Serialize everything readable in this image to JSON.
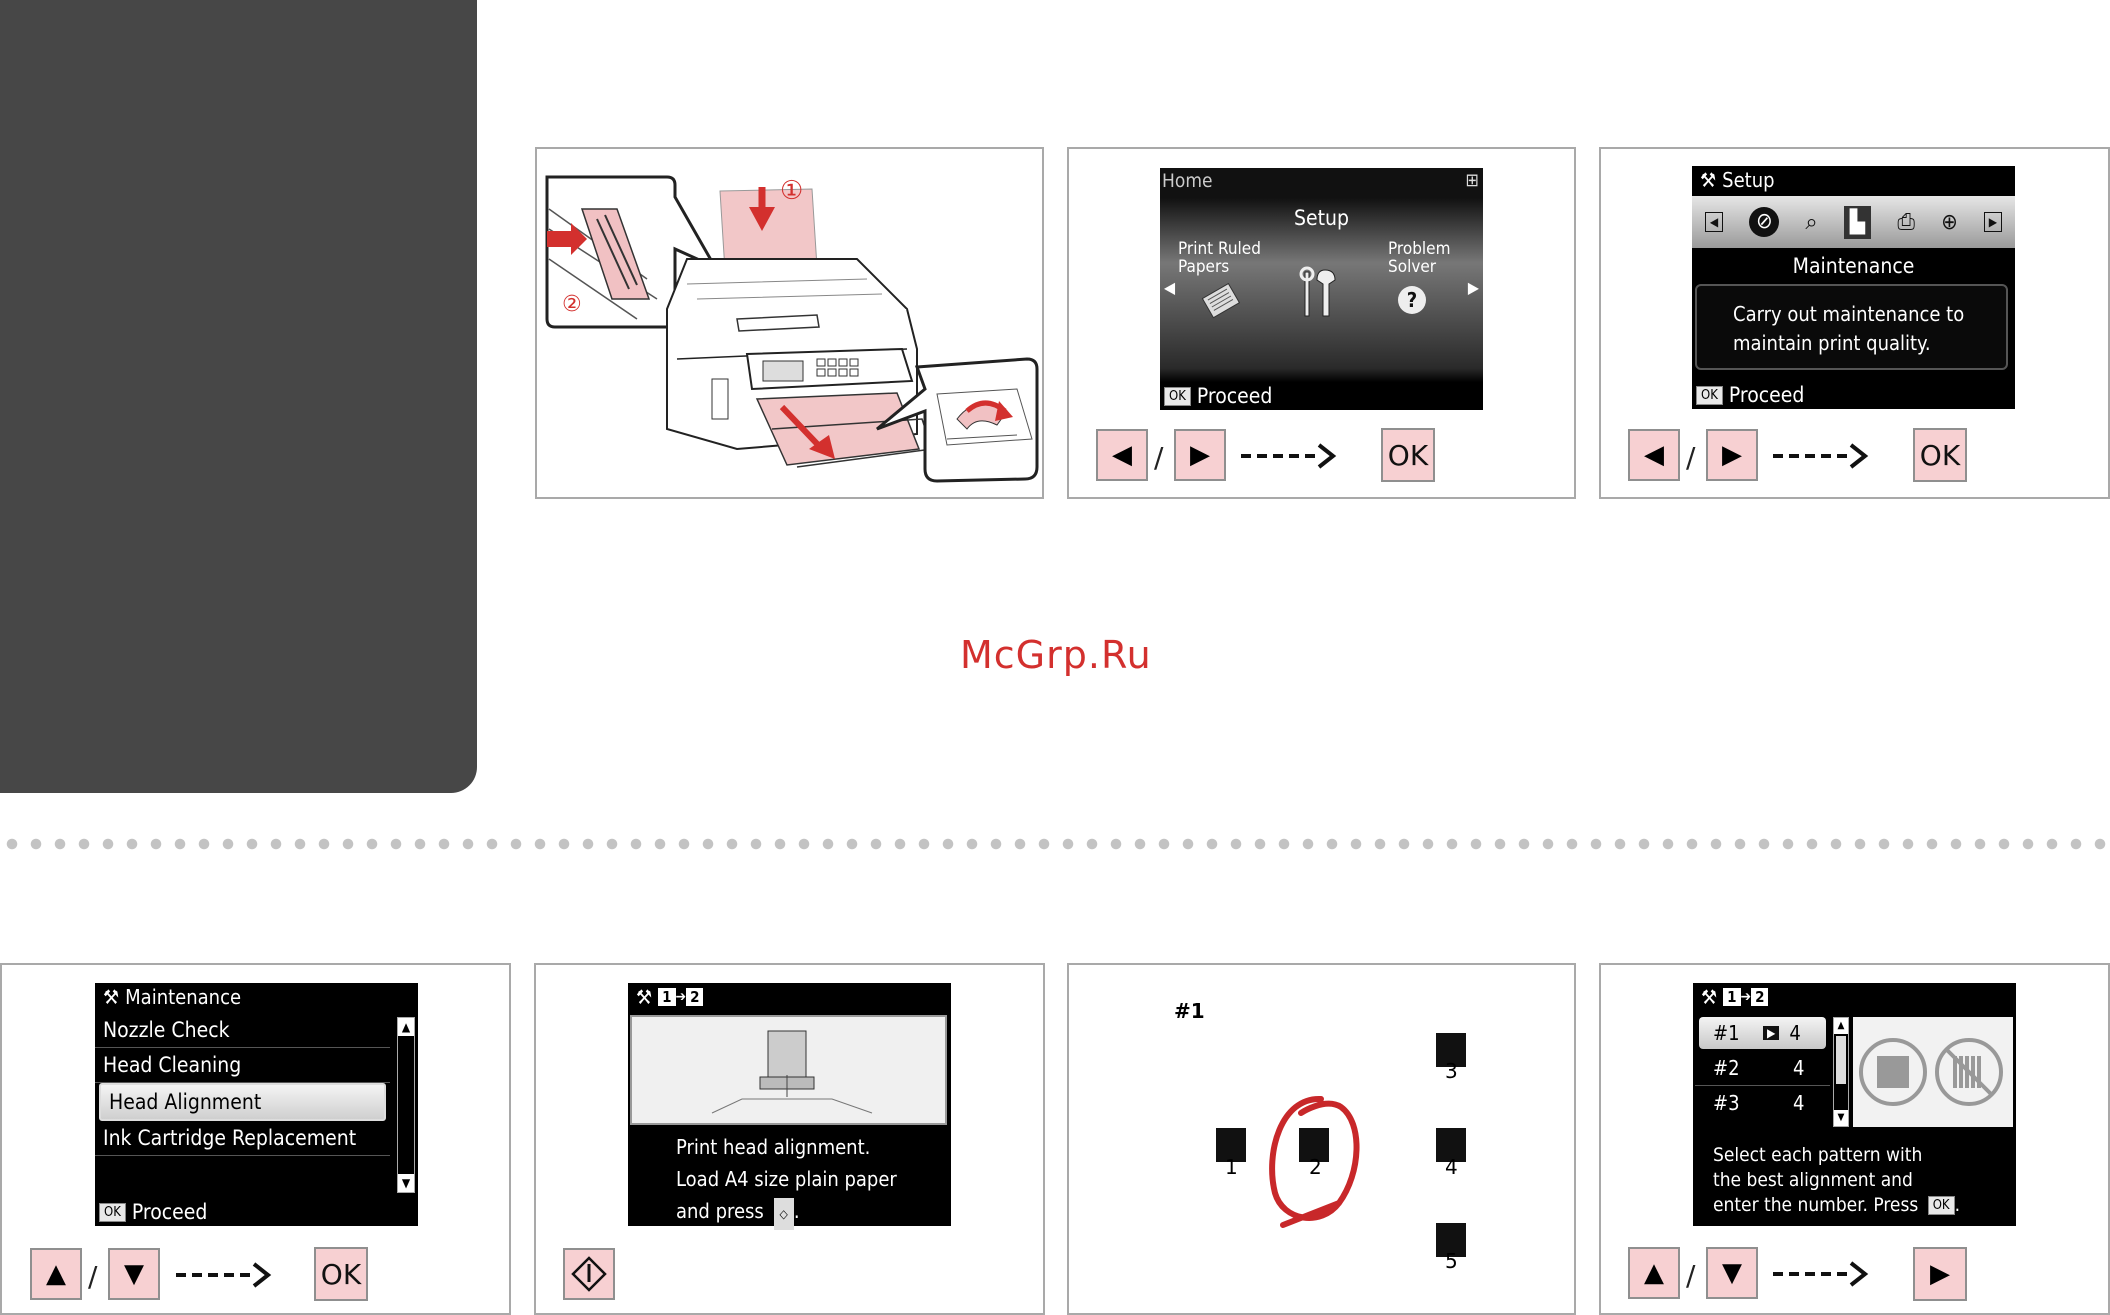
{
  "watermark": "McGrp.Ru",
  "panel1": {
    "callout_1": "①",
    "callout_2": "②"
  },
  "lcd_home": {
    "header": "Home",
    "title": "Setup",
    "left_label": "Print Ruled\nPapers",
    "right_label": "Problem\nSolver",
    "ok_chip": "OK",
    "footer": "Proceed"
  },
  "lcd_setup": {
    "header": "Setup",
    "item": "Maintenance",
    "desc": "Carry out maintenance to\nmaintain print quality.",
    "ok_chip": "OK",
    "footer": "Proceed"
  },
  "lcd_maint": {
    "header": "Maintenance",
    "items": [
      "Nozzle Check",
      "Head Cleaning",
      "Head Alignment",
      "Ink Cartridge Replacement"
    ],
    "ok_chip": "OK",
    "footer": "Proceed"
  },
  "lcd_print": {
    "step_from": "1",
    "step_to": "2",
    "msg_line1": "Print head alignment.",
    "msg_line2": "Load A4 size plain paper",
    "msg_line3": "and press",
    "msg_end": "."
  },
  "pattern": {
    "label": "#1",
    "numbers": [
      "1",
      "2",
      "3",
      "4",
      "5"
    ]
  },
  "lcd_select": {
    "step_from": "1",
    "step_to": "2",
    "rows": [
      {
        "id": "#1",
        "val": "4"
      },
      {
        "id": "#2",
        "val": "4"
      },
      {
        "id": "#3",
        "val": "4"
      }
    ],
    "msg_line1": "Select each pattern with",
    "msg_line2": "the best alignment and",
    "msg_line3": "enter the number. Press",
    "msg_end": "."
  },
  "buttons": {
    "ok": "OK",
    "slash": "/"
  },
  "colors": {
    "tab": "#474747",
    "button_fill": "#f7d0d2",
    "lcd": "#000000",
    "watermark": "#d3302e",
    "circle": "#c8282a"
  }
}
